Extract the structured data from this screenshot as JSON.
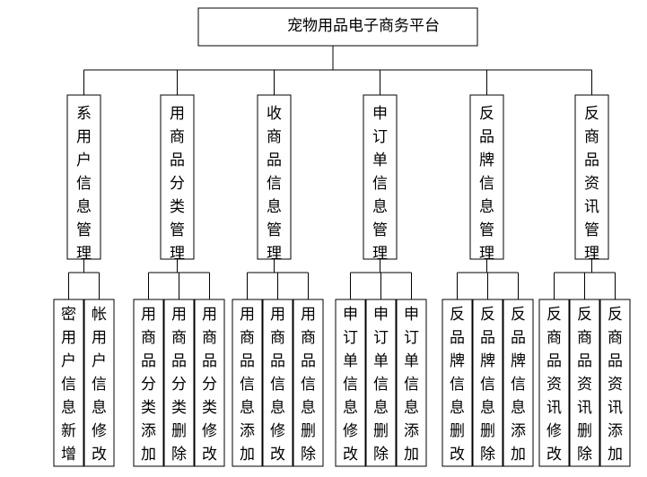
{
  "root": {
    "label": "宠物用品电子商务平台"
  },
  "modules": [
    {
      "label": "系用户信息管理",
      "children": [
        "密用户信息新增",
        "帐用户信息修改"
      ]
    },
    {
      "label": "用商品分类管理",
      "children": [
        "用商品分类添加",
        "用商品分类删除",
        "用商品分类修改"
      ]
    },
    {
      "label": "收商品信息管理",
      "children": [
        "用商品信息添加",
        "用商品信息修改",
        "用商品信息删除"
      ]
    },
    {
      "label": "申订单信息管理",
      "children": [
        "申订单信息修改",
        "申订单信息删除",
        "申订单信息添加"
      ]
    },
    {
      "label": "反品牌信息管理",
      "children": [
        "反品牌信息删改",
        "反品牌信息删除",
        "反品牌信息添加"
      ]
    },
    {
      "label": "反商品资讯管理",
      "children": [
        "反商品资讯修改",
        "反商品资讯删除",
        "反商品资讯添加"
      ]
    }
  ]
}
